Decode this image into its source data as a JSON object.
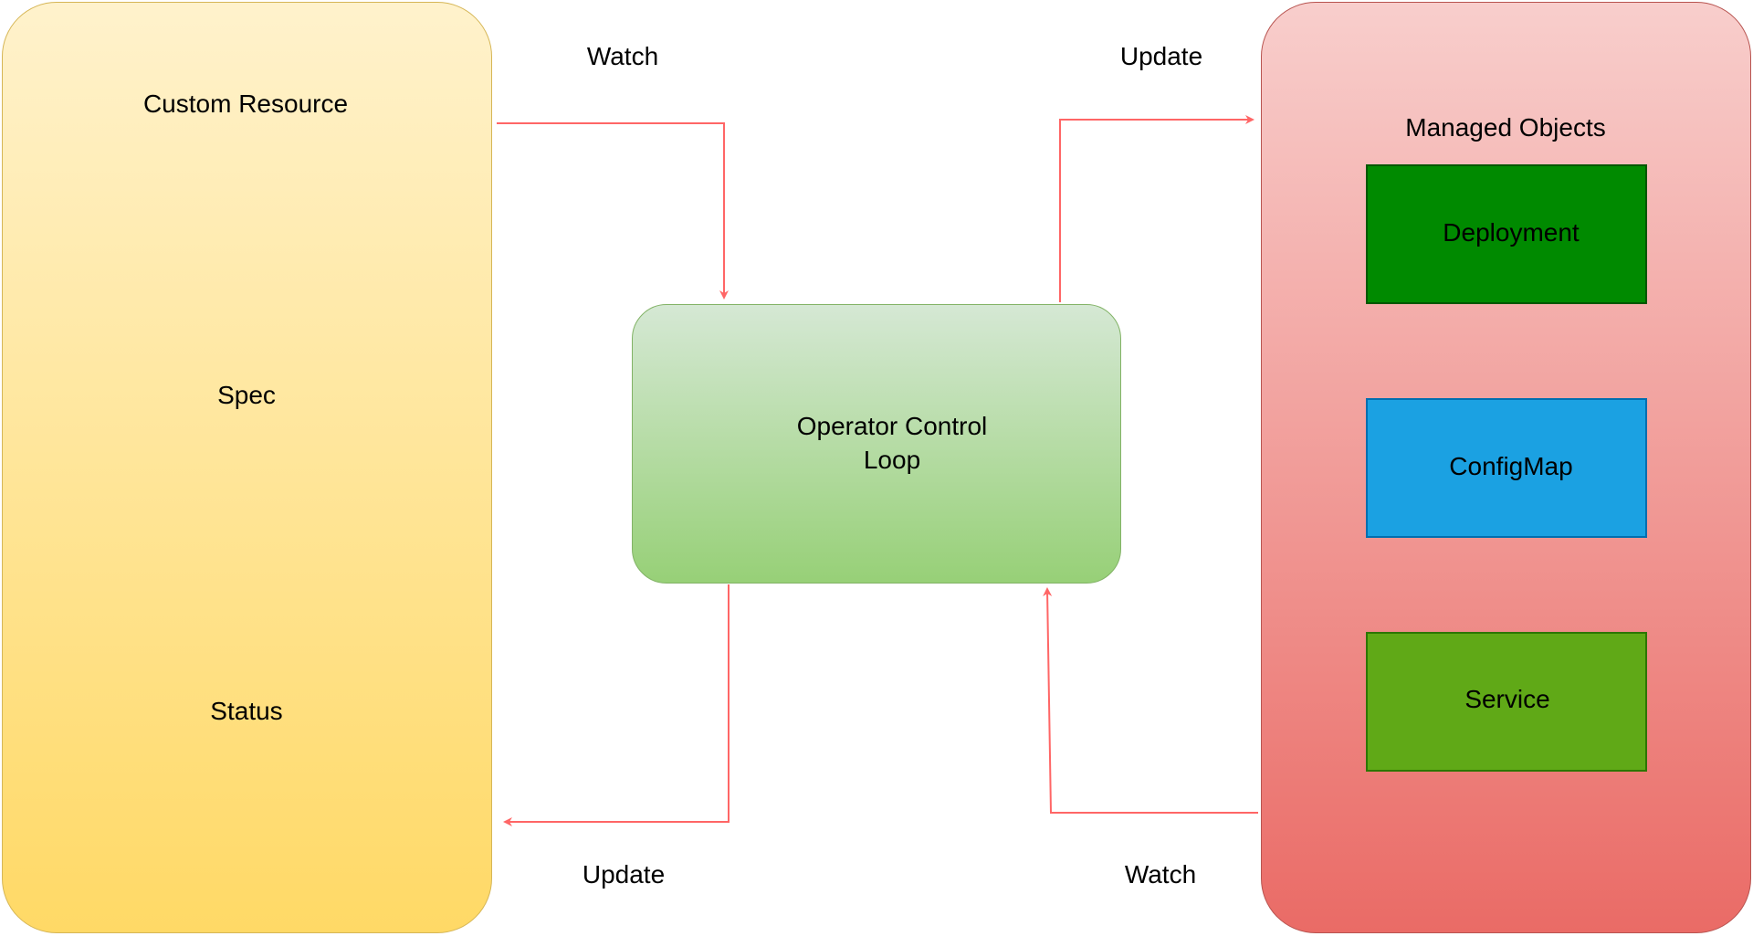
{
  "custom_resource": {
    "title": "Custom Resource",
    "spec": "Spec",
    "status": "Status"
  },
  "operator": {
    "line1": "Operator Control",
    "line2": "Loop"
  },
  "managed": {
    "title": "Managed Objects",
    "objects": [
      "Deployment",
      "ConfigMap",
      "Service"
    ]
  },
  "edges": {
    "watch_top": "Watch",
    "update_top": "Update",
    "update_bottom": "Update",
    "watch_bottom": "Watch"
  },
  "colors": {
    "arrow": "#ff6666"
  }
}
